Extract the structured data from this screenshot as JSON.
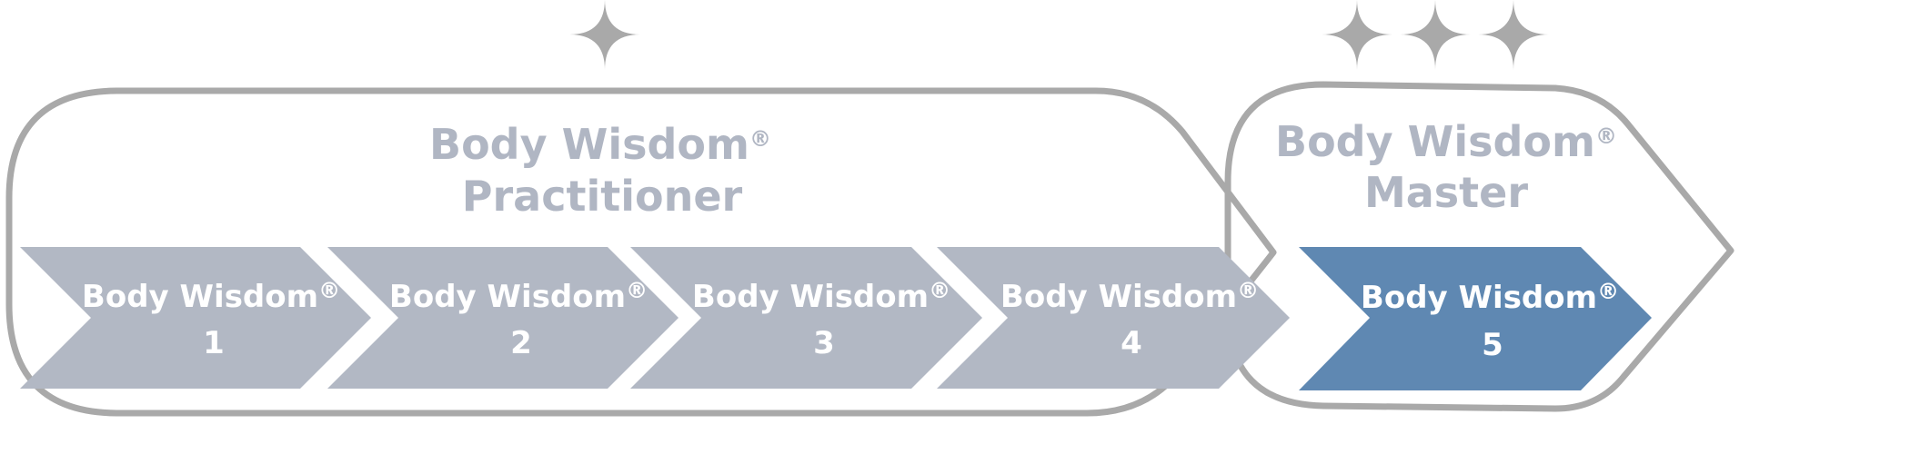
{
  "colors": {
    "frame": "#a9a9a9",
    "star": "#a9a9a9",
    "group_title": "#b0b6c3",
    "step_default": "#b2b8c4",
    "step_active": "#5f88b2",
    "step_text": "#ffffff"
  },
  "groups": [
    {
      "title_line1": "Body Wisdom",
      "registered": "®",
      "title_line2": "Practitioner",
      "stars": 1
    },
    {
      "title_line1": "Body Wisdom",
      "registered": "®",
      "title_line2": "Master",
      "stars": 3
    }
  ],
  "steps": [
    {
      "label": "Body Wisdom",
      "registered": "®",
      "number": "1",
      "active": false
    },
    {
      "label": "Body Wisdom",
      "registered": "®",
      "number": "2",
      "active": false
    },
    {
      "label": "Body Wisdom",
      "registered": "®",
      "number": "3",
      "active": false
    },
    {
      "label": "Body Wisdom",
      "registered": "®",
      "number": "4",
      "active": false
    },
    {
      "label": "Body Wisdom",
      "registered": "®",
      "number": "5",
      "active": true
    }
  ]
}
